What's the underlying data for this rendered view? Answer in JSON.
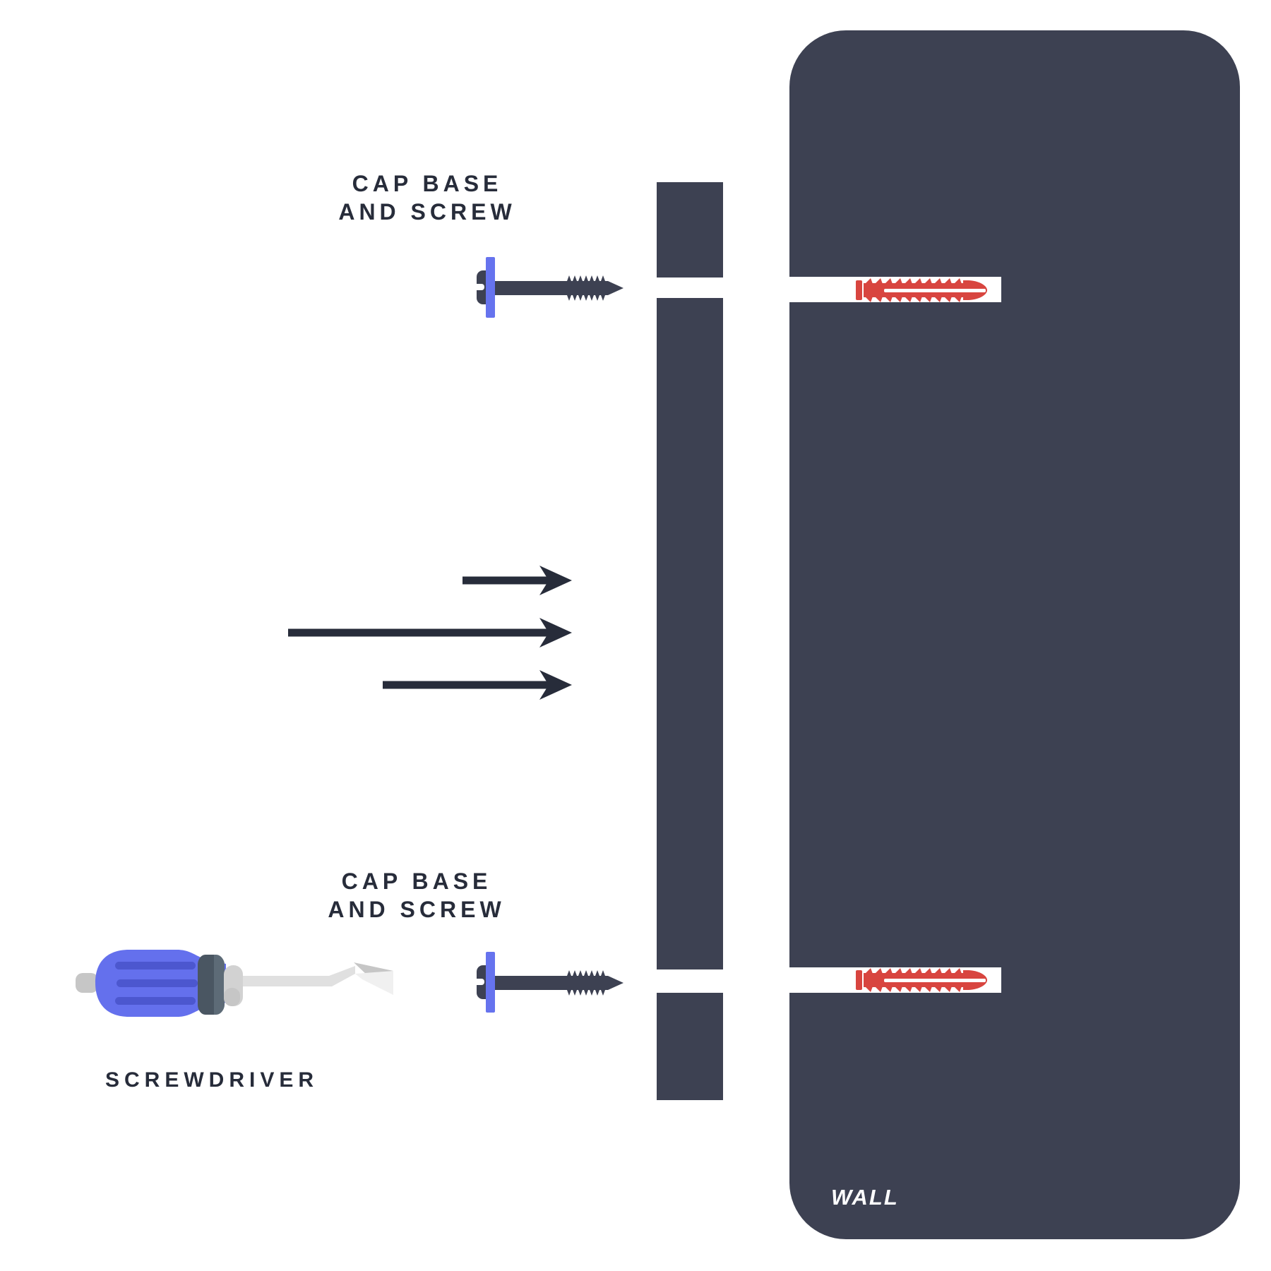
{
  "diagram": {
    "type": "wall-mounting-instruction",
    "labels": {
      "cap_base_top": {
        "line1": "CAP BASE",
        "line2": "AND SCREW"
      },
      "cap_base_bottom": {
        "line1": "CAP BASE",
        "line2": "AND SCREW"
      },
      "screwdriver": "SCREWDRIVER",
      "wall": "WALL"
    },
    "icons": {
      "screw-icon": "screw with blue cap base pointing right",
      "wall-plug-icon": "red ribbed expansion anchor seated in drilled hole",
      "screwdriver-icon": "blue-handled flat screwdriver",
      "arrow-right-icon": "insertion direction arrow pointing right"
    },
    "counts": {
      "screws": 2,
      "wall_plugs": 2,
      "arrows": 3
    }
  },
  "colors": {
    "bg": "#ffffff",
    "dark": "#3d4152",
    "text": "#272c3a",
    "blue": "#6673ee",
    "red": "#d8453f",
    "handle": "#6470ed",
    "stripe": "#4c57cf",
    "ferruledark": "#4a5662",
    "ferrulelight": "#5d6b77",
    "metal": "#e0e0e0",
    "metalmid": "#c6c6c6",
    "metalpale": "#f0f0f0",
    "washer": "#d2d2d2"
  }
}
